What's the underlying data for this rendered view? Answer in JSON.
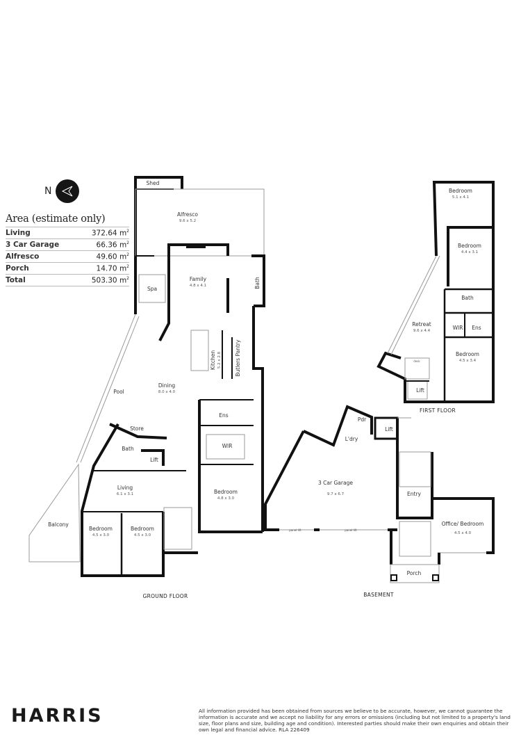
{
  "compass": {
    "north_label": "N",
    "icon": "north-arrow-icon"
  },
  "area_table": {
    "title": "Area (estimate only)",
    "unit": "m",
    "unit_sup": "2",
    "rows": [
      {
        "label": "Living",
        "value": "372.64"
      },
      {
        "label": "3 Car Garage",
        "value": "66.36"
      },
      {
        "label": "Alfresco",
        "value": "49.60"
      },
      {
        "label": "Porch",
        "value": "14.70"
      },
      {
        "label": "Total",
        "value": "503.30"
      }
    ]
  },
  "ground_floor": {
    "title": "GROUND FLOOR",
    "rooms": {
      "shed": {
        "name": "Shed"
      },
      "alfresco": {
        "name": "Alfresco",
        "dims": "9.6 x 5.2"
      },
      "family": {
        "name": "Family",
        "dims": "4.8 x 4.1"
      },
      "spa": {
        "name": "Spa"
      },
      "bath1": {
        "name": "Bath"
      },
      "kitchen": {
        "name": "Kitchen",
        "dims": "5.2 x 2.8"
      },
      "butlers": {
        "name": "Butlers Pantry"
      },
      "dining": {
        "name": "Dining",
        "dims": "8.0 x 4.0"
      },
      "pool": {
        "name": "Pool"
      },
      "ens": {
        "name": "Ens"
      },
      "store": {
        "name": "Store"
      },
      "bath2": {
        "name": "Bath"
      },
      "lift": {
        "name": "Lift"
      },
      "wir": {
        "name": "WIR"
      },
      "living": {
        "name": "Living",
        "dims": "6.1 x 3.1"
      },
      "bedroom_main": {
        "name": "Bedroom",
        "dims": "4.8 x 3.0"
      },
      "balcony": {
        "name": "Balcony"
      },
      "bedroom_a": {
        "name": "Bedroom",
        "dims": "4.5 x 3.0"
      },
      "bedroom_b": {
        "name": "Bedroom",
        "dims": "4.5 x 3.0"
      }
    }
  },
  "basement": {
    "title": "BASEMENT",
    "rooms": {
      "pdr": {
        "name": "Pdr"
      },
      "ldry": {
        "name": "L'dry"
      },
      "lift": {
        "name": "Lift"
      },
      "garage": {
        "name": "3 Car Garage",
        "dims": "9.7 x 6.7"
      },
      "entry": {
        "name": "Entry"
      },
      "office": {
        "name": "Office/ Bedroom",
        "dims": "4.5 x 4.0"
      },
      "porch": {
        "name": "Porch"
      }
    },
    "door_labels": [
      "panel lift",
      "panel lift"
    ]
  },
  "first_floor": {
    "title": "FIRST FLOOR",
    "rooms": {
      "bed1": {
        "name": "Bedroom",
        "dims": "5.1 x 4.1"
      },
      "bed2": {
        "name": "Bedroom",
        "dims": "4.4 x 3.1"
      },
      "bath": {
        "name": "Bath"
      },
      "wir": {
        "name": "WIR"
      },
      "ens": {
        "name": "Ens"
      },
      "retreat": {
        "name": "Retreat",
        "dims": "9.6 x 4.4"
      },
      "desk": {
        "name": "desk"
      },
      "lift": {
        "name": "Lift"
      },
      "bed3": {
        "name": "Bedroom",
        "dims": "4.5 x 3.4"
      }
    }
  },
  "footer": {
    "brand": "HARRIS",
    "disclaimer": "All information provided has been obtained from sources we believe to be accurate, however, we cannot guarantee the information is accurate and we accept no liability for any errors or omissions (including but not limited to a property's land size, floor plans and size, building age and condition). Interested parties should make their own enquiries and obtain their own legal and financial advice. RLA 226409"
  }
}
